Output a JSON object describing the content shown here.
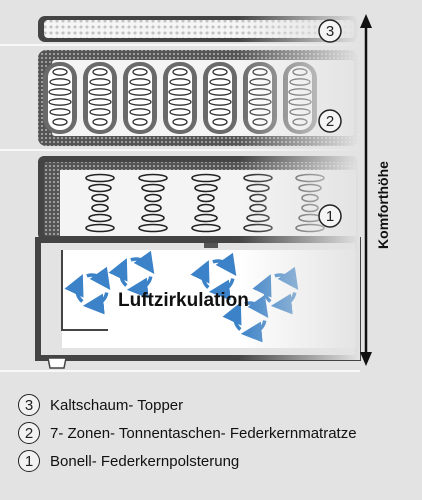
{
  "diagram": {
    "circle_3": "3",
    "circle_2": "2",
    "circle_1": "1",
    "air_label": "Luftzirkulation",
    "axis_label": "Komforthöhe",
    "colors": {
      "air_arrow": "#3b82c8",
      "frame": "#444444",
      "background": "#e3e3e3"
    }
  },
  "legend": {
    "items": [
      {
        "num": "3",
        "text": "Kaltschaum- Topper"
      },
      {
        "num": "2",
        "text": "7- Zonen- Tonnentaschen- Federkernmatratze"
      },
      {
        "num": "1",
        "text": "Bonell- Federkernpolsterung"
      }
    ]
  }
}
